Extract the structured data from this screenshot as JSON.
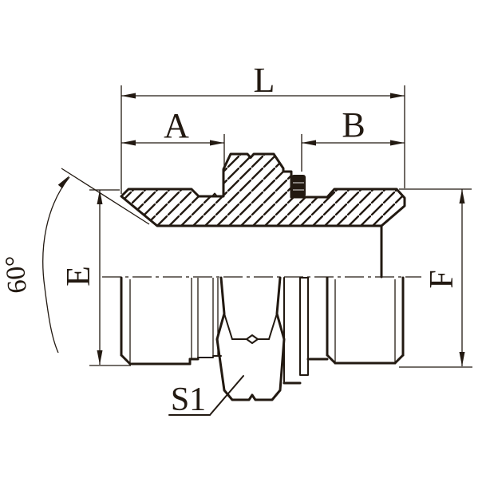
{
  "title": "Hydraulic adapter fitting technical drawing (half-section view)",
  "colors": {
    "ink": "#221911",
    "background": "#ffffff"
  },
  "dimensions": {
    "overall_length_label": "L",
    "left_port_length_label": "A",
    "right_port_length_label": "B",
    "left_thread_diameter_label": "E",
    "right_thread_diameter_label": "F",
    "hex_wrench_size_label": "S1",
    "seat_cone_angle_label": "60°"
  }
}
